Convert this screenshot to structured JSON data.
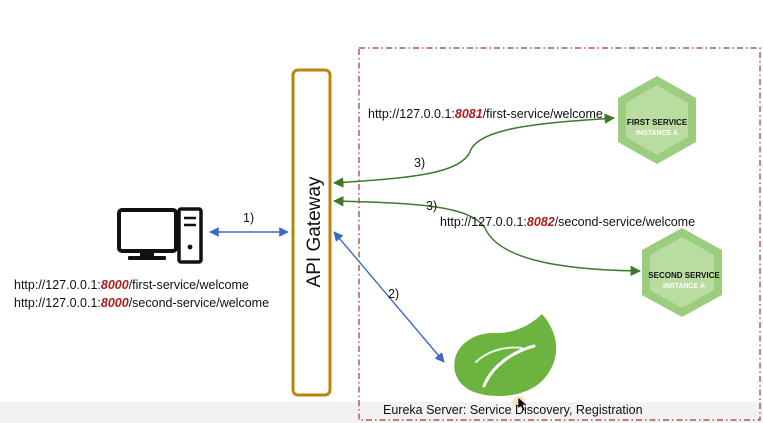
{
  "gateway": {
    "label": "API Gateway"
  },
  "client": {
    "urls": [
      {
        "prefix": "http://127.0.0.1:",
        "port": "8000",
        "suffix": "/first-service/welcome"
      },
      {
        "prefix": "http://127.0.0.1:",
        "port": "8000",
        "suffix": "/second-service/welcome"
      }
    ]
  },
  "steps": {
    "client_to_gateway": "1)",
    "gateway_to_eureka": "2)",
    "route_first": "3)",
    "route_second": "3)"
  },
  "first_service": {
    "title": "FIRST SERVICE",
    "instance": "INSTANCE A",
    "url": {
      "prefix": "http://127.0.0.1:",
      "port": "8081",
      "suffix": "/first-service/welcome"
    }
  },
  "second_service": {
    "title": "SECOND SERVICE",
    "instance": "INSTANCE A",
    "url": {
      "prefix": "http://127.0.0.1:",
      "port": "8082",
      "suffix": "/second-service/welcome"
    }
  },
  "eureka": {
    "label": "Eureka Server: Service Discovery, Registration"
  },
  "colors": {
    "gateway_border": "#b8860b",
    "boundary": "#a83232",
    "hex_outer": "#9ccc7e",
    "hex_inner": "#b9dca1",
    "green_arrow": "#3d7a2a",
    "blue_arrow": "#3b6cc4",
    "spring_green": "#6db33f",
    "port_red": "#b01c1c"
  },
  "icons": [
    "desktop-computer-icon",
    "spring-leaf-icon",
    "mouse-cursor-icon"
  ]
}
